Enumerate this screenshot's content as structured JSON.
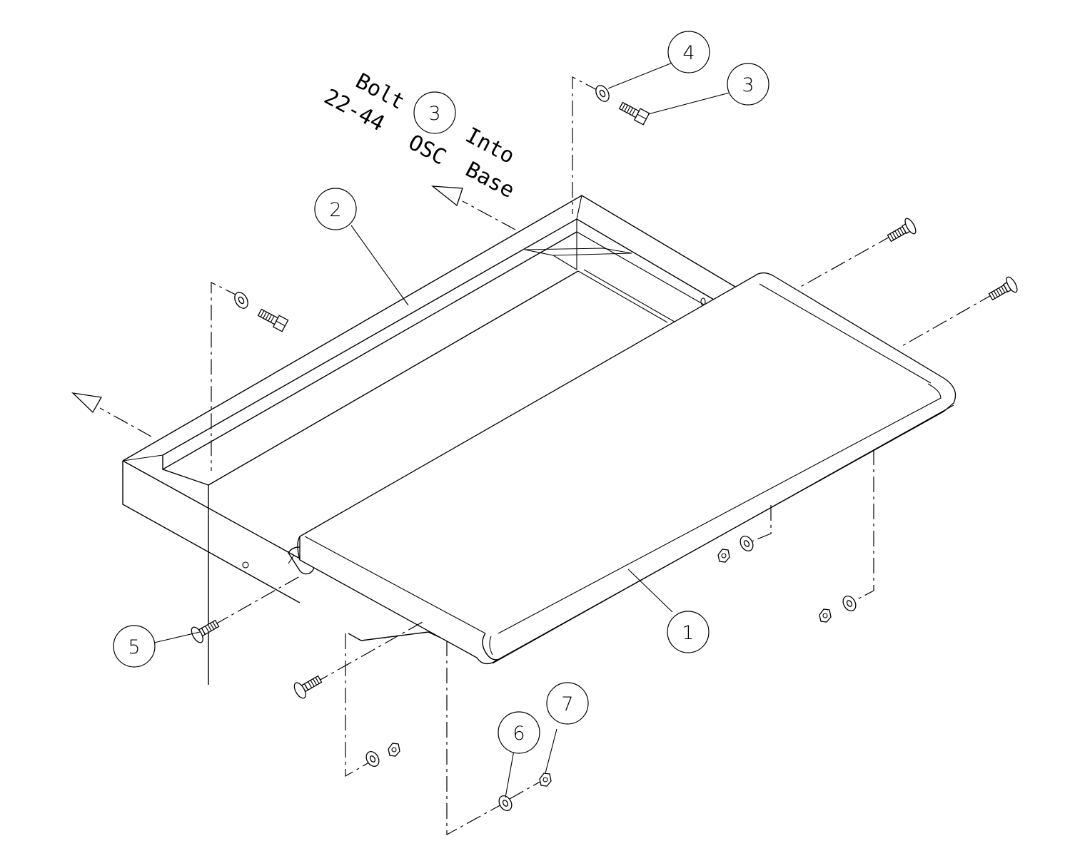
{
  "note": {
    "line1_a": "Bolt",
    "line1_b": "Into",
    "line2_a": "22-44",
    "line2_b": "OSC",
    "line2_c": "Base",
    "ref_item": "3"
  },
  "balloons": {
    "b1": "1",
    "b2": "2",
    "b3": "3",
    "b4": "4",
    "b5": "5",
    "b6": "6",
    "b7": "7"
  },
  "icons": [
    "hex-bolt-icon",
    "washer-icon",
    "carriage-bolt-icon",
    "hex-nut-icon",
    "direction-arrow-icon"
  ]
}
